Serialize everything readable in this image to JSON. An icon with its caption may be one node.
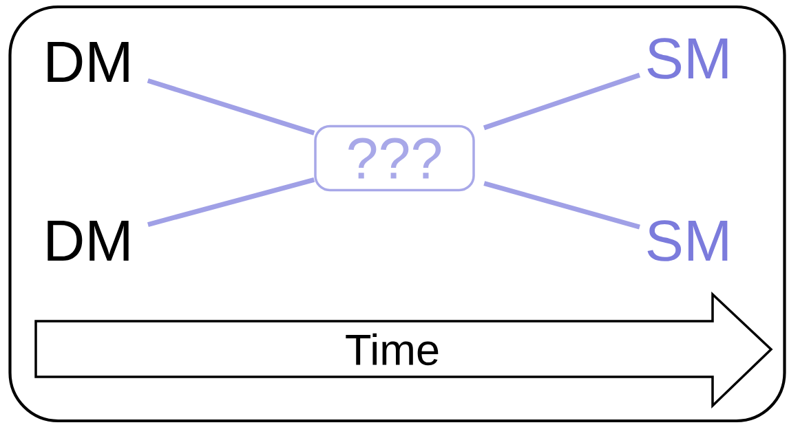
{
  "diagram": {
    "nodes": [
      {
        "text": [],
        "shape": "box"
      },
      {
        "text": [
          "DM"
        ],
        "in": 0
      },
      {
        "text": [
          "SM"
        ],
        "in": 0
      },
      {
        "text": [
          "???"
        ],
        "in": 0
      },
      {
        "text": [
          "DM"
        ],
        "in": 0
      },
      {
        "text": [
          "SM"
        ],
        "in": 0
      },
      {
        "text": [
          "Time"
        ],
        "in": 0
      }
    ],
    "edges": [
      {
        "from": 1,
        "to": 3,
        "arrow": "none"
      },
      {
        "from": 4,
        "to": 3,
        "arrow": "none"
      },
      {
        "from": 3,
        "to": 2,
        "arrow": "none"
      },
      {
        "from": 3,
        "to": 5,
        "arrow": "none"
      }
    ]
  }
}
